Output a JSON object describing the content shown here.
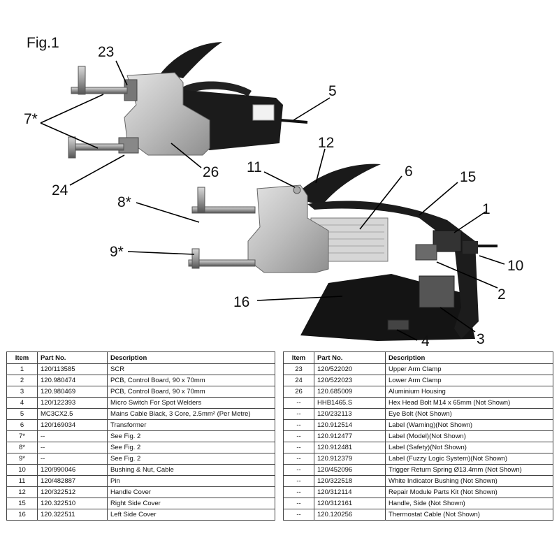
{
  "figure": {
    "title": "Fig.1",
    "callouts": {
      "c23": "23",
      "c5": "5",
      "c7": "7*",
      "c26": "26",
      "c24": "24",
      "c11": "11",
      "c12": "12",
      "c6": "6",
      "c15": "15",
      "c1": "1",
      "c8": "8*",
      "c9": "9*",
      "c10": "10",
      "c2": "2",
      "c16": "16",
      "c3": "3",
      "c4": "4"
    }
  },
  "table_headers": {
    "item": "Item",
    "part_no": "Part No.",
    "description": "Description"
  },
  "parts_left": [
    {
      "item": "1",
      "part_no": "120/113585",
      "description": "SCR"
    },
    {
      "item": "2",
      "part_no": "120.980474",
      "description": "PCB, Control Board, 90 x 70mm"
    },
    {
      "item": "3",
      "part_no": "120.980469",
      "description": "PCB, Control Board, 90 x 70mm"
    },
    {
      "item": "4",
      "part_no": "120/122393",
      "description": "Micro Switch For Spot Welders"
    },
    {
      "item": "5",
      "part_no": "MC3CX2.5",
      "description": "Mains Cable Black, 3 Core, 2.5mm² (Per Metre)"
    },
    {
      "item": "6",
      "part_no": "120/169034",
      "description": "Transformer"
    },
    {
      "item": "7*",
      "part_no": "--",
      "description": "See Fig. 2"
    },
    {
      "item": "8*",
      "part_no": "--",
      "description": "See Fig. 2"
    },
    {
      "item": "9*",
      "part_no": "--",
      "description": "See Fig. 2"
    },
    {
      "item": "10",
      "part_no": "120/990046",
      "description": "Bushing & Nut, Cable"
    },
    {
      "item": "11",
      "part_no": "120/482887",
      "description": "Pin"
    },
    {
      "item": "12",
      "part_no": "120/322512",
      "description": "Handle Cover"
    },
    {
      "item": "15",
      "part_no": "120.322510",
      "description": "Right Side Cover"
    },
    {
      "item": "16",
      "part_no": "120.322511",
      "description": "Left Side Cover"
    }
  ],
  "parts_right": [
    {
      "item": "23",
      "part_no": "120/522020",
      "description": "Upper Arm Clamp"
    },
    {
      "item": "24",
      "part_no": "120/522023",
      "description": "Lower Arm Clamp"
    },
    {
      "item": "26",
      "part_no": "120.685009",
      "description": "Aluminium Housing"
    },
    {
      "item": "--",
      "part_no": "HHB1465.S",
      "description": "Hex Head Bolt M14 x 65mm (Not Shown)"
    },
    {
      "item": "--",
      "part_no": "120/232113",
      "description": "Eye Bolt (Not Shown)"
    },
    {
      "item": "--",
      "part_no": "120.912514",
      "description": "Label (Warning)(Not Shown)"
    },
    {
      "item": "--",
      "part_no": "120.912477",
      "description": "Label (Model)(Not Shown)"
    },
    {
      "item": "--",
      "part_no": "120.912481",
      "description": "Label (Safety)(Not Shown)"
    },
    {
      "item": "--",
      "part_no": "120.912379",
      "description": "Label (Fuzzy Logic System)(Not Shown)"
    },
    {
      "item": "--",
      "part_no": "120/452096",
      "description": "Trigger Return Spring Ø13.4mm (Not Shown)"
    },
    {
      "item": "--",
      "part_no": "120/322518",
      "description": "White Indicator Bushing (Not Shown)"
    },
    {
      "item": "--",
      "part_no": "120/312114",
      "description": "Repair Module Parts Kit (Not Shown)"
    },
    {
      "item": "--",
      "part_no": "120/312161",
      "description": "Handle, Side (Not Shown)"
    },
    {
      "item": "--",
      "part_no": "120.120256",
      "description": "Thermostat Cable (Not Shown)"
    }
  ]
}
